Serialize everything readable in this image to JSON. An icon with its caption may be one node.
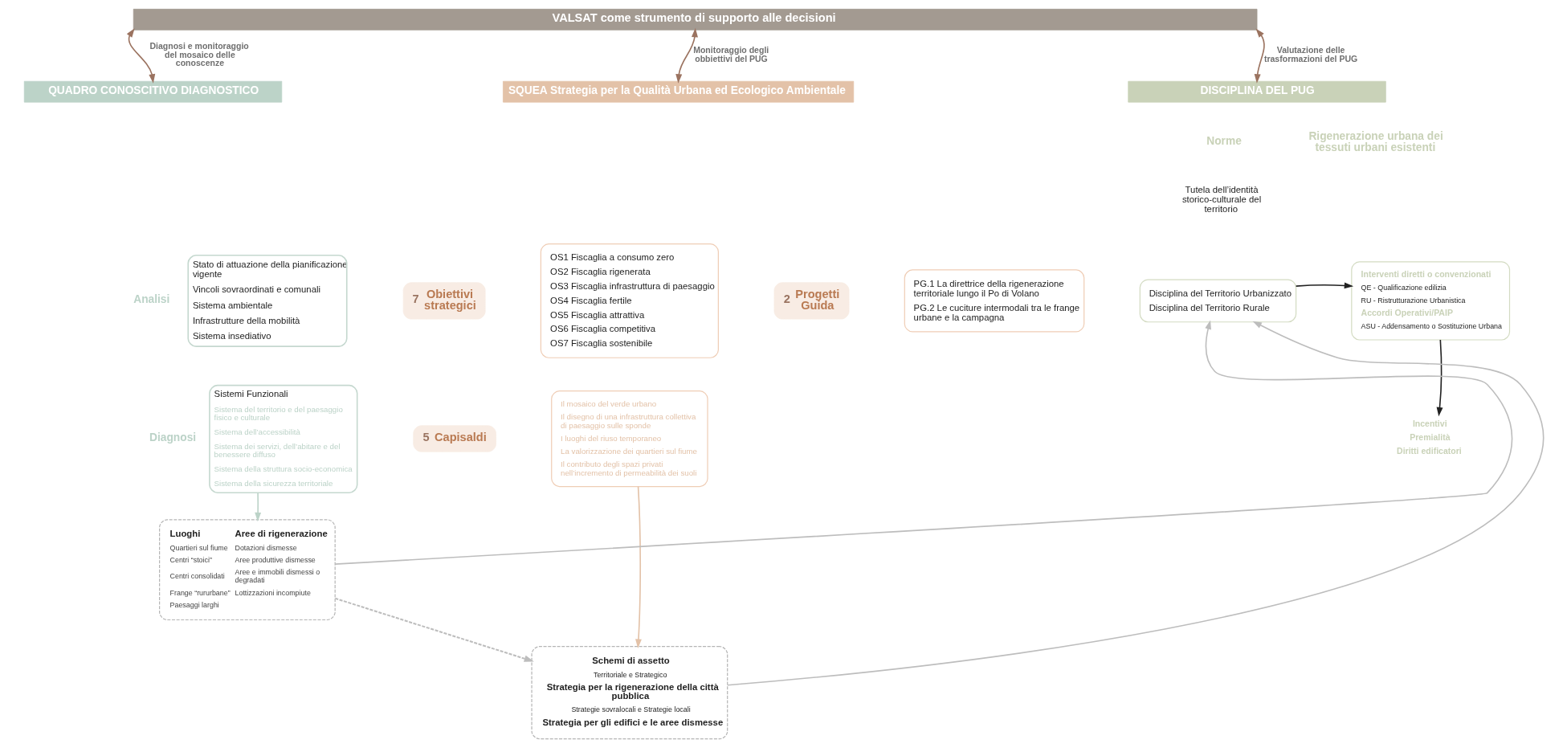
{
  "diagram": {
    "nodes": [
      {
        "text": [
          "VALSAT come strumento di supporto alle decisioni"
        ]
      },
      {
        "text": [
          "QUADRO CONOSCITIVO DIAGNOSTICO"
        ]
      },
      {
        "text": [
          "SQUEA Strategia per la Qualità Urbana ed Ecologico Ambientale"
        ]
      },
      {
        "text": [
          "DISCIPLINA DEL PUG"
        ]
      },
      {
        "text": [
          "Stato di attuazione della pianificazione vigente",
          "Vincoli sovraordinati e comunali",
          "Sistema ambientale",
          "Infrastrutture della mobilità",
          "Sistema insediativo"
        ],
        "beside": [
          "Analisi"
        ]
      },
      {
        "text": [
          "Sistemi Funzionali",
          "Sistema del territorio e del paesaggio fisico e culturale",
          "Sistema dell’accessibilità",
          "Sistema dei servizi, dell’abitare e del benessere diffuso",
          "Sistema della struttura socio-economica",
          "Sistema della sicurezza territoriale"
        ],
        "beside": [
          "Diagnosi"
        ]
      },
      {
        "text": [
          "7",
          "Obiettivi strategici"
        ]
      },
      {
        "text": [
          "OS1 Fiscaglia a consumo zero",
          "OS2 Fiscaglia rigenerata",
          "OS3 Fiscaglia infrastruttura di paesaggio",
          "OS4 Fiscaglia fertile",
          "OS5 Fiscaglia attrattiva",
          "OS6 Fiscaglia competitiva",
          "OS7 Fiscaglia sostenibile"
        ]
      },
      {
        "text": [
          "2",
          "Progetti Guida"
        ]
      },
      {
        "text": [
          "PG.1 La direttrice della rigenerazione territoriale lungo il Po di Volano",
          "PG.2 Le cuciture intermodali tra le frange urbane e la campagna"
        ]
      },
      {
        "text": [
          "5",
          "Capisaldi"
        ]
      },
      {
        "text": [
          "Il mosaico del verde urbano",
          "Il disegno di una infrastruttura collettiva di paesaggio sulle sponde",
          "I luoghi del riuso temporaneo",
          "La valorizzazione dei quartieri sul fiume",
          "Il contributo degli spazi privati nell’incremento di permeabilità dei suoli"
        ]
      },
      {
        "text": [
          "Disciplina del Territorio Urbanizzato",
          "Disciplina del Territorio Rurale"
        ]
      },
      {
        "text": [
          "Interventi diretti o convenzionati",
          "QE - Qualificazione edilizia",
          "RU - Ristrutturazione Urbanistica",
          "Accordi Operativi/PAIP",
          "ASU - Addensamento o Sostituzione Urbana"
        ]
      },
      {
        "text": [
          "Incentivi",
          "Premialità",
          "Diritti edificatori"
        ]
      },
      {
        "text": [
          "Luoghi",
          "Quartieri sul fiume",
          "Centri “stoici”",
          "Centri consolidati",
          "Frange “rururbane”",
          "Paesaggi larghi",
          "Aree di rigenerazione",
          "Dotazioni dismesse",
          "Aree produttive dismesse",
          "Aree e immobili dismessi o degradati",
          "Lottizzazioni incompiute"
        ]
      },
      {
        "text": [
          "Schemi di assetto",
          "Territoriale e Strategico",
          "Strategia per la rigenerazione della città pubblica",
          "Strategie sovralocali e Strategie locali",
          "Strategia per gli edifici e le aree dismesse"
        ]
      }
    ],
    "edges": [
      {
        "from": 0,
        "to": 1,
        "arrow": "both",
        "label": "Diagnosi e monitoraggio del mosaico delle conoscenze",
        "color": "#9b7360"
      },
      {
        "from": 0,
        "to": 2,
        "arrow": "both",
        "label": "Monitoraggio degli obbiettivi del PUG",
        "color": "#9b7360"
      },
      {
        "from": 0,
        "to": 3,
        "arrow": "both",
        "label": "Valutazione delle trasformazioni del PUG",
        "color": "#9b7360"
      },
      {
        "from": 5,
        "to": 15,
        "arrow": "to",
        "color": "#bcd3c8"
      },
      {
        "from": 11,
        "to": 16,
        "arrow": "to",
        "color": "#e3c2a8"
      },
      {
        "from": 15,
        "to": 16,
        "arrow": "to",
        "style": "dashed",
        "color": "#bdbdbd"
      },
      {
        "from": 16,
        "to": 12,
        "arrow": "to",
        "color": "#bdbdbd"
      },
      {
        "from": 15,
        "to": 12,
        "arrow": "to",
        "color": "#bdbdbd"
      },
      {
        "from": 12,
        "to": 13,
        "arrow": "to",
        "color": "#222222"
      },
      {
        "from": 13,
        "to": 14,
        "arrow": "to",
        "color": "#222222"
      }
    ],
    "labels": [
      "Norme",
      "Rigenerazione urbana dei tessuti urbani esistenti",
      "Tutela dell’identità storico-culturale del territorio"
    ]
  }
}
